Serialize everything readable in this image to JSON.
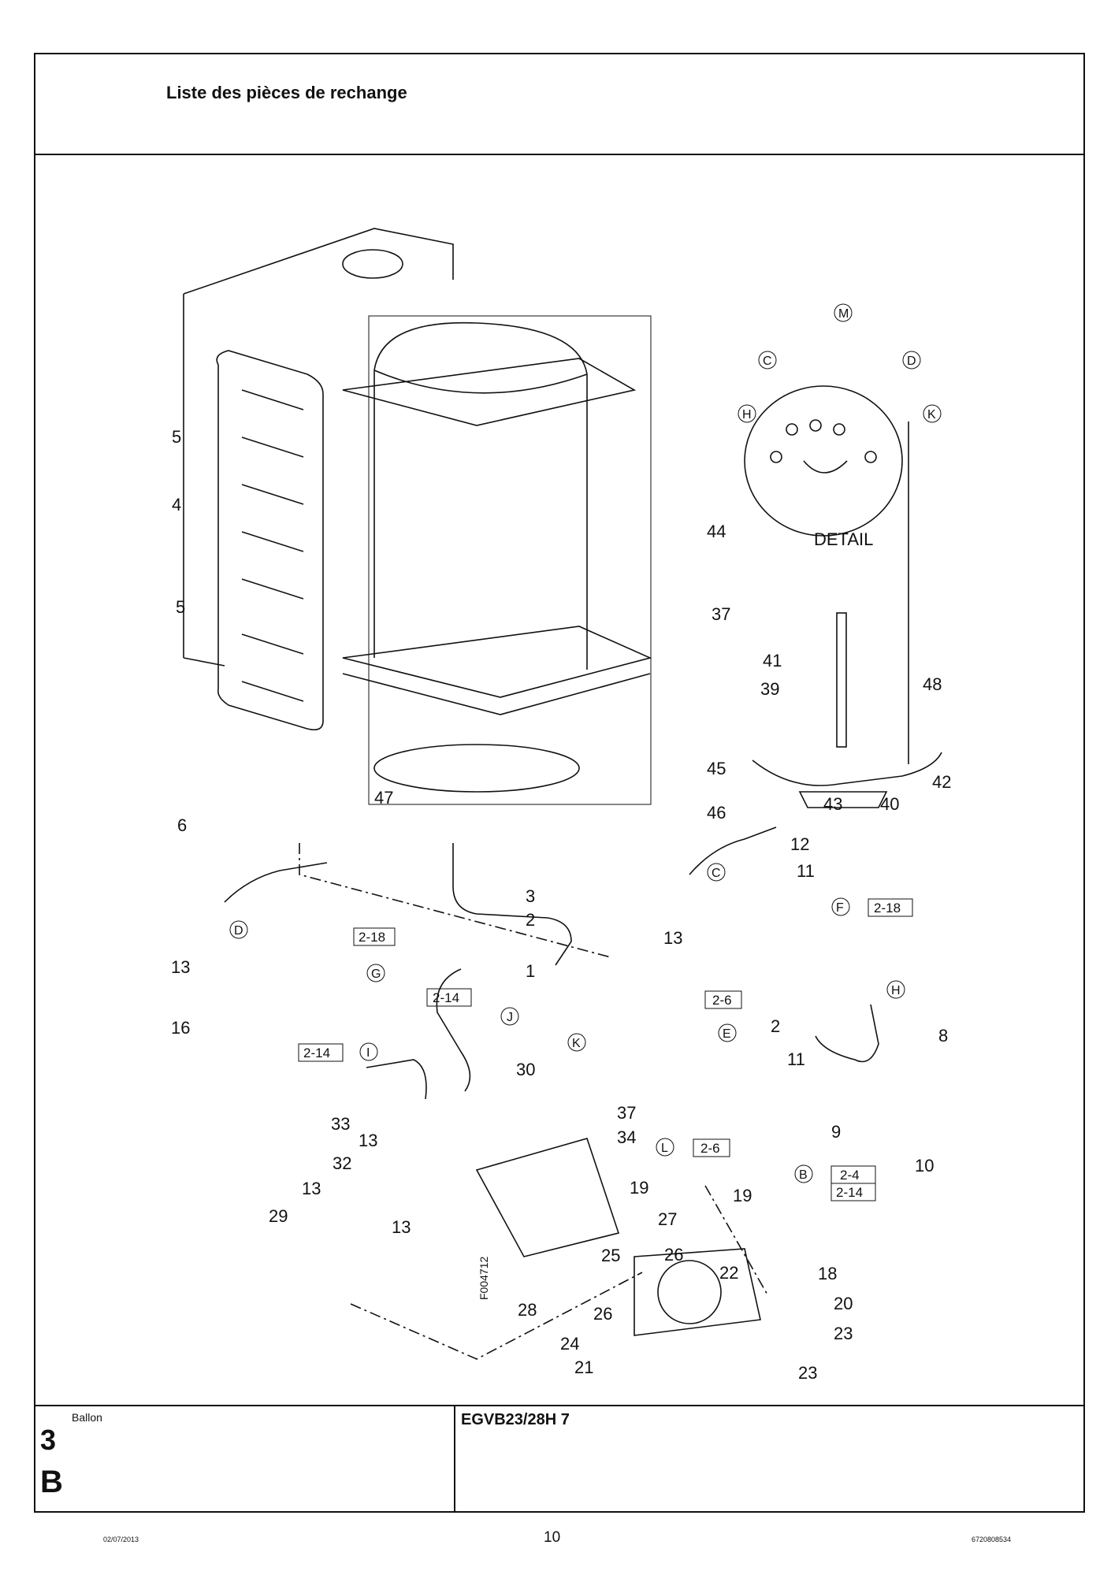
{
  "header": {
    "title": "Liste des pièces de rechange"
  },
  "diagram": {
    "detail_label": "DETAIL",
    "figure_code": "F004712",
    "part_numbers": [
      "1",
      "2",
      "3",
      "4",
      "5",
      "6",
      "8",
      "9",
      "10",
      "11",
      "12",
      "13",
      "16",
      "18",
      "19",
      "20",
      "21",
      "22",
      "23",
      "24",
      "25",
      "26",
      "27",
      "28",
      "29",
      "30",
      "32",
      "33",
      "34",
      "37",
      "39",
      "40",
      "41",
      "42",
      "43",
      "44",
      "45",
      "46",
      "47",
      "48"
    ],
    "connection_letters": [
      "M",
      "C",
      "D",
      "H",
      "K",
      "E",
      "F",
      "G",
      "I",
      "J",
      "L",
      "B"
    ],
    "reference_boxes": [
      "2-18",
      "2-14",
      "2-6",
      "2-4"
    ]
  },
  "footer": {
    "section_label": "Ballon",
    "section_number": "3",
    "section_letter": "B",
    "model": "EGVB23/28H 7"
  },
  "page_footer": {
    "date": "02/07/2013",
    "page": "10",
    "doc_number": "6720808534"
  }
}
